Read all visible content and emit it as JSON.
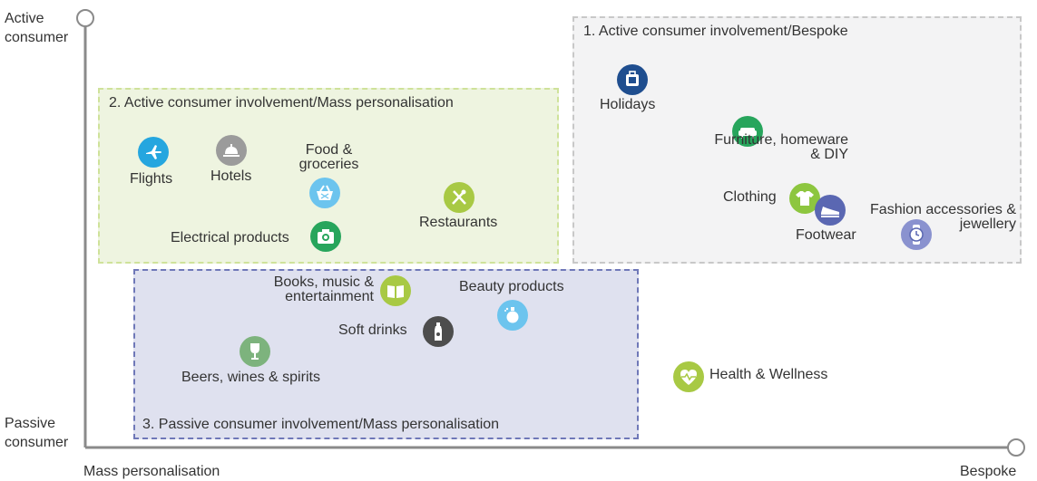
{
  "axes": {
    "y_top": "Active consumer",
    "y_bottom": "Passive consumer",
    "x_left": "Mass personalisation",
    "x_right": "Bespoke"
  },
  "zones": {
    "bespoke": "1. Active consumer involvement/Bespoke",
    "active_mass": "2. Active consumer involvement/Mass personalisation",
    "passive_mass": "3. Passive consumer involvement/Mass personalisation"
  },
  "items": {
    "holidays": "Holidays",
    "furniture": "Furniture, homeware & DIY",
    "clothing": "Clothing",
    "footwear": "Footwear",
    "fashion": "Fashion accessories & jewellery",
    "flights": "Flights",
    "hotels": "Hotels",
    "food": "Food & groceries",
    "restaurants": "Restaurants",
    "electrical": "Electrical products",
    "books": "Books, music & entertainment",
    "beauty": "Beauty products",
    "soft_drinks": "Soft drinks",
    "beers": "Beers, wines & spirits",
    "health": "Health & Wellness"
  },
  "colors": {
    "axis": "#8a8a8a",
    "zone_bespoke_bg": "#f3f3f4",
    "zone_bespoke_border": "#c8c8c8",
    "zone_active_bg": "#eef4e0",
    "zone_active_border": "#cfe29a",
    "zone_passive_bg": "#dfe1ef",
    "zone_passive_border": "#6f78b8",
    "navy": "#1f4e8f",
    "green": "#27a55c",
    "lime": "#8dc63f",
    "purple": "#5a67b2",
    "lavender": "#8a92cf",
    "skyblue": "#25a6df",
    "lightblue": "#6cc4ee",
    "grey": "#9b9b9b",
    "charcoal": "#4d4d4d",
    "sage": "#7db37d",
    "olive": "#a8c944"
  }
}
